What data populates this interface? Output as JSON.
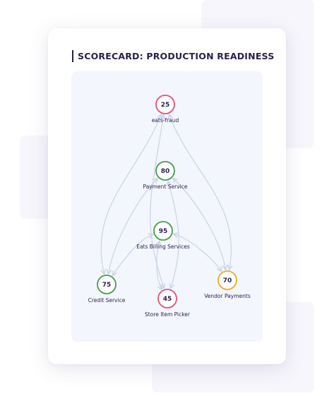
{
  "title": "SCORECARD: PRODUCTION READINESS",
  "colors": {
    "red": "#e8526f",
    "green": "#43a047",
    "amber": "#eeac1c",
    "edge": "#c9d3e6"
  },
  "nodes": [
    {
      "id": "eats-fraud",
      "score": "25",
      "label": "eats-fraud",
      "status": "red"
    },
    {
      "id": "payment-service",
      "score": "80",
      "label": "Payment Service",
      "status": "green"
    },
    {
      "id": "eats-billing",
      "score": "95",
      "label": "Eats Billing Services",
      "status": "green"
    },
    {
      "id": "credit-service",
      "score": "75",
      "label": "Credit Service",
      "status": "green"
    },
    {
      "id": "vendor-payments",
      "score": "70",
      "label": "Vendor Payments",
      "status": "amber"
    },
    {
      "id": "store-item-picker",
      "score": "45",
      "label": "Store Item Picker",
      "status": "red"
    }
  ],
  "edges": [
    {
      "from": "credit-service",
      "to": "eats-fraud"
    },
    {
      "from": "credit-service",
      "to": "payment-service"
    },
    {
      "from": "credit-service",
      "to": "eats-billing"
    },
    {
      "from": "vendor-payments",
      "to": "eats-fraud"
    },
    {
      "from": "vendor-payments",
      "to": "payment-service"
    },
    {
      "from": "vendor-payments",
      "to": "eats-billing"
    },
    {
      "from": "store-item-picker",
      "to": "eats-fraud"
    },
    {
      "from": "store-item-picker",
      "to": "payment-service"
    },
    {
      "from": "store-item-picker",
      "to": "eats-billing"
    }
  ]
}
